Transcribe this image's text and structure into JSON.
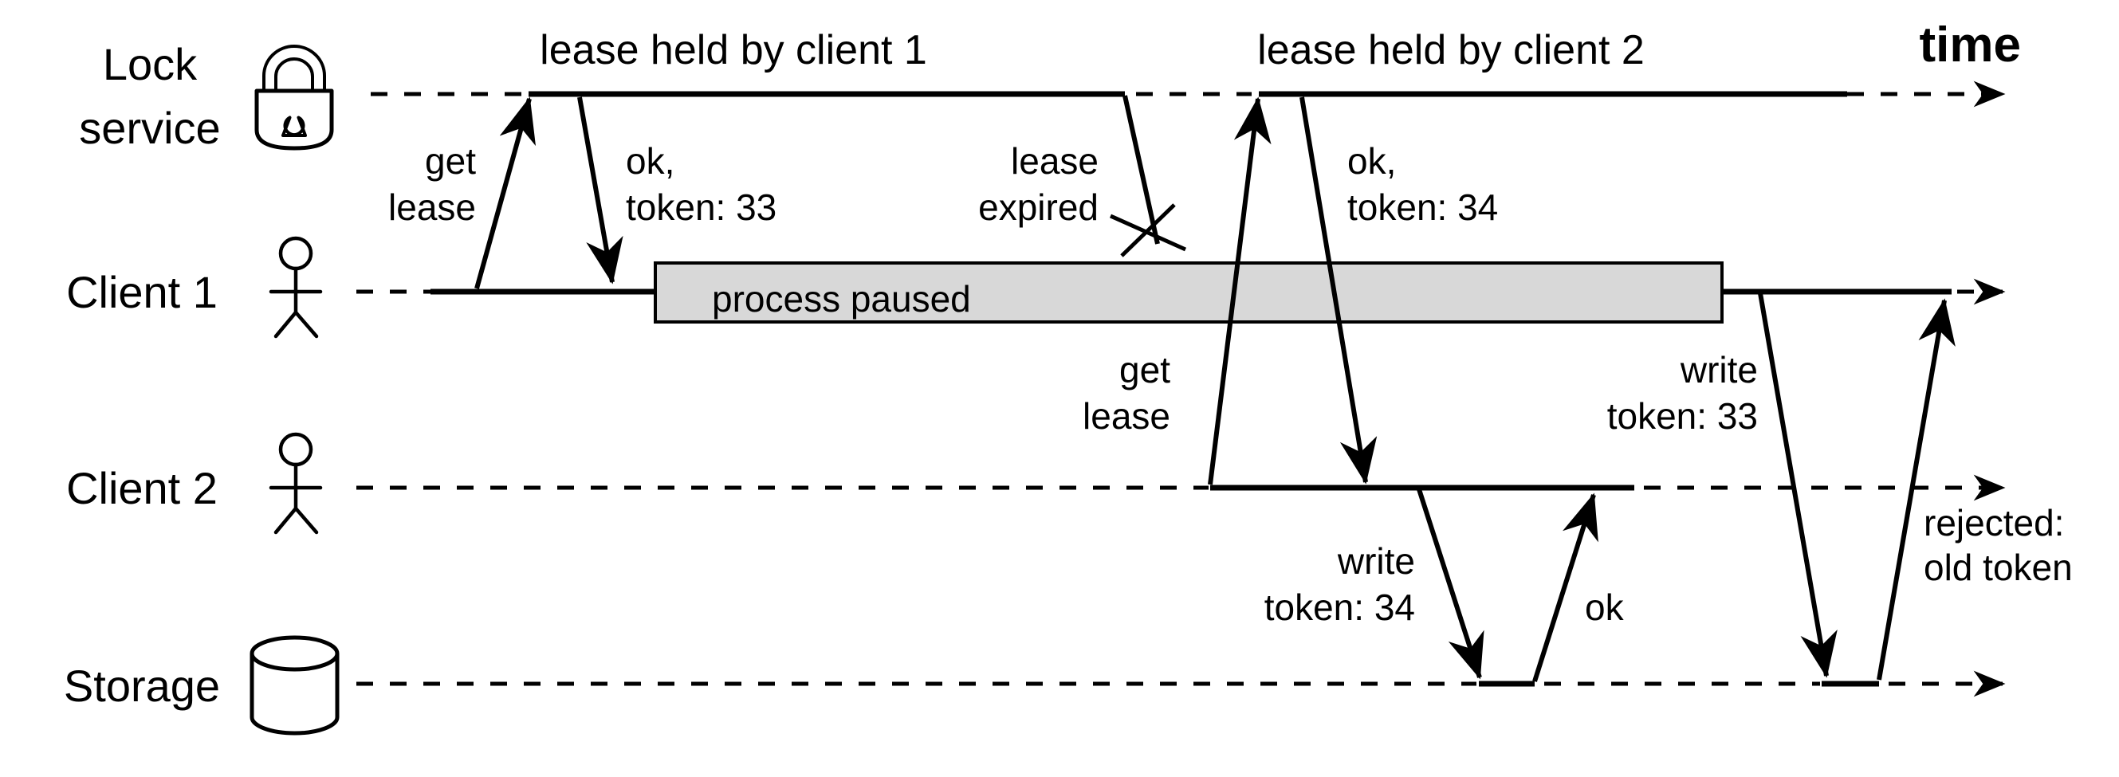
{
  "diagram": {
    "time_label": "time",
    "lanes": {
      "lock_service_line1": "Lock",
      "lock_service_line2": "service",
      "client1": "Client 1",
      "client2": "Client 2",
      "storage": "Storage"
    },
    "spans": {
      "lease1": "lease held by client 1",
      "lease2": "lease held by client 2",
      "process_paused": "process paused"
    },
    "messages": {
      "get_lease1_line1": "get",
      "get_lease1_line2": "lease",
      "ok_token33_line1": "ok,",
      "ok_token33_line2": "token: 33",
      "lease_expired_line1": "lease",
      "lease_expired_line2": "expired",
      "get_lease2_line1": "get",
      "get_lease2_line2": "lease",
      "ok_token34_line1": "ok,",
      "ok_token34_line2": "token: 34",
      "write_token34_line1": "write",
      "write_token34_line2": "token: 34",
      "storage_ok": "ok",
      "write_token33_line1": "write",
      "write_token33_line2": "token: 33",
      "rejected_line1": "rejected:",
      "rejected_line2": "old token"
    },
    "icons": {
      "lock_service": "padlock-icon",
      "client1": "stick-figure-icon",
      "client2": "stick-figure-icon",
      "storage": "database-cylinder-icon"
    },
    "colors": {
      "ink": "#000000",
      "paused_box_fill": "#d8d8d8",
      "background": "#ffffff"
    }
  }
}
